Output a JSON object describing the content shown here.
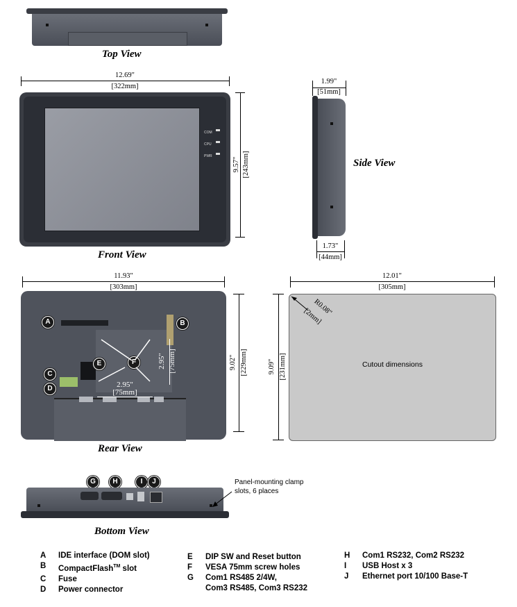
{
  "views": {
    "top": "Top View",
    "front": "Front View",
    "side": "Side View",
    "rear": "Rear View",
    "bottom": "Bottom View"
  },
  "dimensions": {
    "front_width_in": "12.69\"",
    "front_width_mm": "[322mm]",
    "front_height_in": "9.57\"",
    "front_height_mm": "[243mm]",
    "side_depth_in": "1.99\"",
    "side_depth_mm": "[51mm]",
    "side_body_in": "1.73\"",
    "side_body_mm": "[44mm]",
    "rear_width_in": "11.93\"",
    "rear_width_mm": "[303mm]",
    "rear_height_in": "9.02\"",
    "rear_height_mm": "[229mm]",
    "vesa_h_in": "2.95\"",
    "vesa_h_mm": "[75mm]",
    "vesa_v_in": "2.95\"",
    "vesa_v_mm": "[75mm]",
    "cutout_width_in": "12.01\"",
    "cutout_width_mm": "[305mm]",
    "cutout_height_in": "9.09\"",
    "cutout_height_mm": "[231mm]",
    "cutout_radius_in": "R0.08\"",
    "cutout_radius_mm": "[2mm]"
  },
  "front_leds": [
    "COM",
    "CPU",
    "PWR"
  ],
  "cutout_label": "Cutout dimensions",
  "clamp_note_line1": "Panel-mounting clamp",
  "clamp_note_line2": "slots, 6 places",
  "callouts": {
    "a": "A",
    "b": "B",
    "c": "C",
    "d": "D",
    "e": "E",
    "f": "F",
    "g": "G",
    "h": "H",
    "i": "I",
    "j": "J"
  },
  "legend": {
    "col1": [
      {
        "key": "A",
        "text": "IDE interface (DOM slot)"
      },
      {
        "key": "B",
        "text": "CompactFlash",
        "sup": "TM",
        "suffix": " slot"
      },
      {
        "key": "C",
        "text": "Fuse"
      },
      {
        "key": "D",
        "text": "Power connector"
      }
    ],
    "col2": [
      {
        "key": "E",
        "text": "DIP SW and Reset button"
      },
      {
        "key": "F",
        "text": "VESA 75mm screw holes"
      },
      {
        "key": "G",
        "text": "Com1 RS485 2/4W,",
        "line2": "Com3 RS485, Com3 RS232"
      }
    ],
    "col3": [
      {
        "key": "H",
        "text": "Com1 RS232, Com2 RS232"
      },
      {
        "key": "I",
        "text": "USB Host x 3"
      },
      {
        "key": "J",
        "text": "Ethernet port 10/100 Base-T"
      }
    ]
  },
  "colors": {
    "device_body": "#4a4e57",
    "bezel": "#2b2e35",
    "screen": "#8d9099",
    "cutout_fill": "#c9c9c9"
  }
}
